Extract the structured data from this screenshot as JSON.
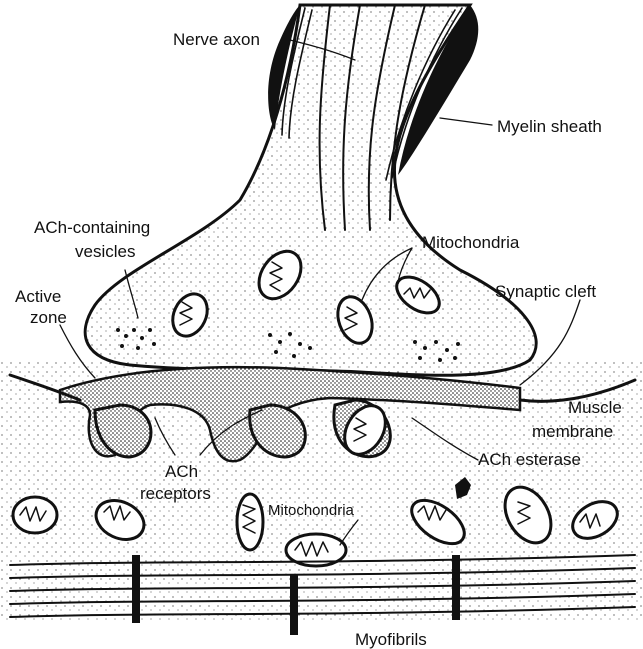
{
  "diagram": {
    "labels": {
      "nerve_axon": "Nerve axon",
      "myelin_sheath": "Myelin sheath",
      "ach_vesicles_line1": "ACh-containing",
      "ach_vesicles_line2": "vesicles",
      "mitochondria_top": "Mitochondria",
      "active_zone_line1": "Active",
      "active_zone_line2": "zone",
      "synaptic_cleft": "Synaptic cleft",
      "muscle_membrane_line1": "Muscle",
      "muscle_membrane_line2": "membrane",
      "ach_esterase": "ACh esterase",
      "ach_receptors_line1": "ACh",
      "ach_receptors_line2": "receptors",
      "mitochondria_bottom": "Mitochondria",
      "myofibrils": "Myofibrils"
    },
    "colors": {
      "ink": "#111111",
      "background": "#ffffff"
    }
  }
}
